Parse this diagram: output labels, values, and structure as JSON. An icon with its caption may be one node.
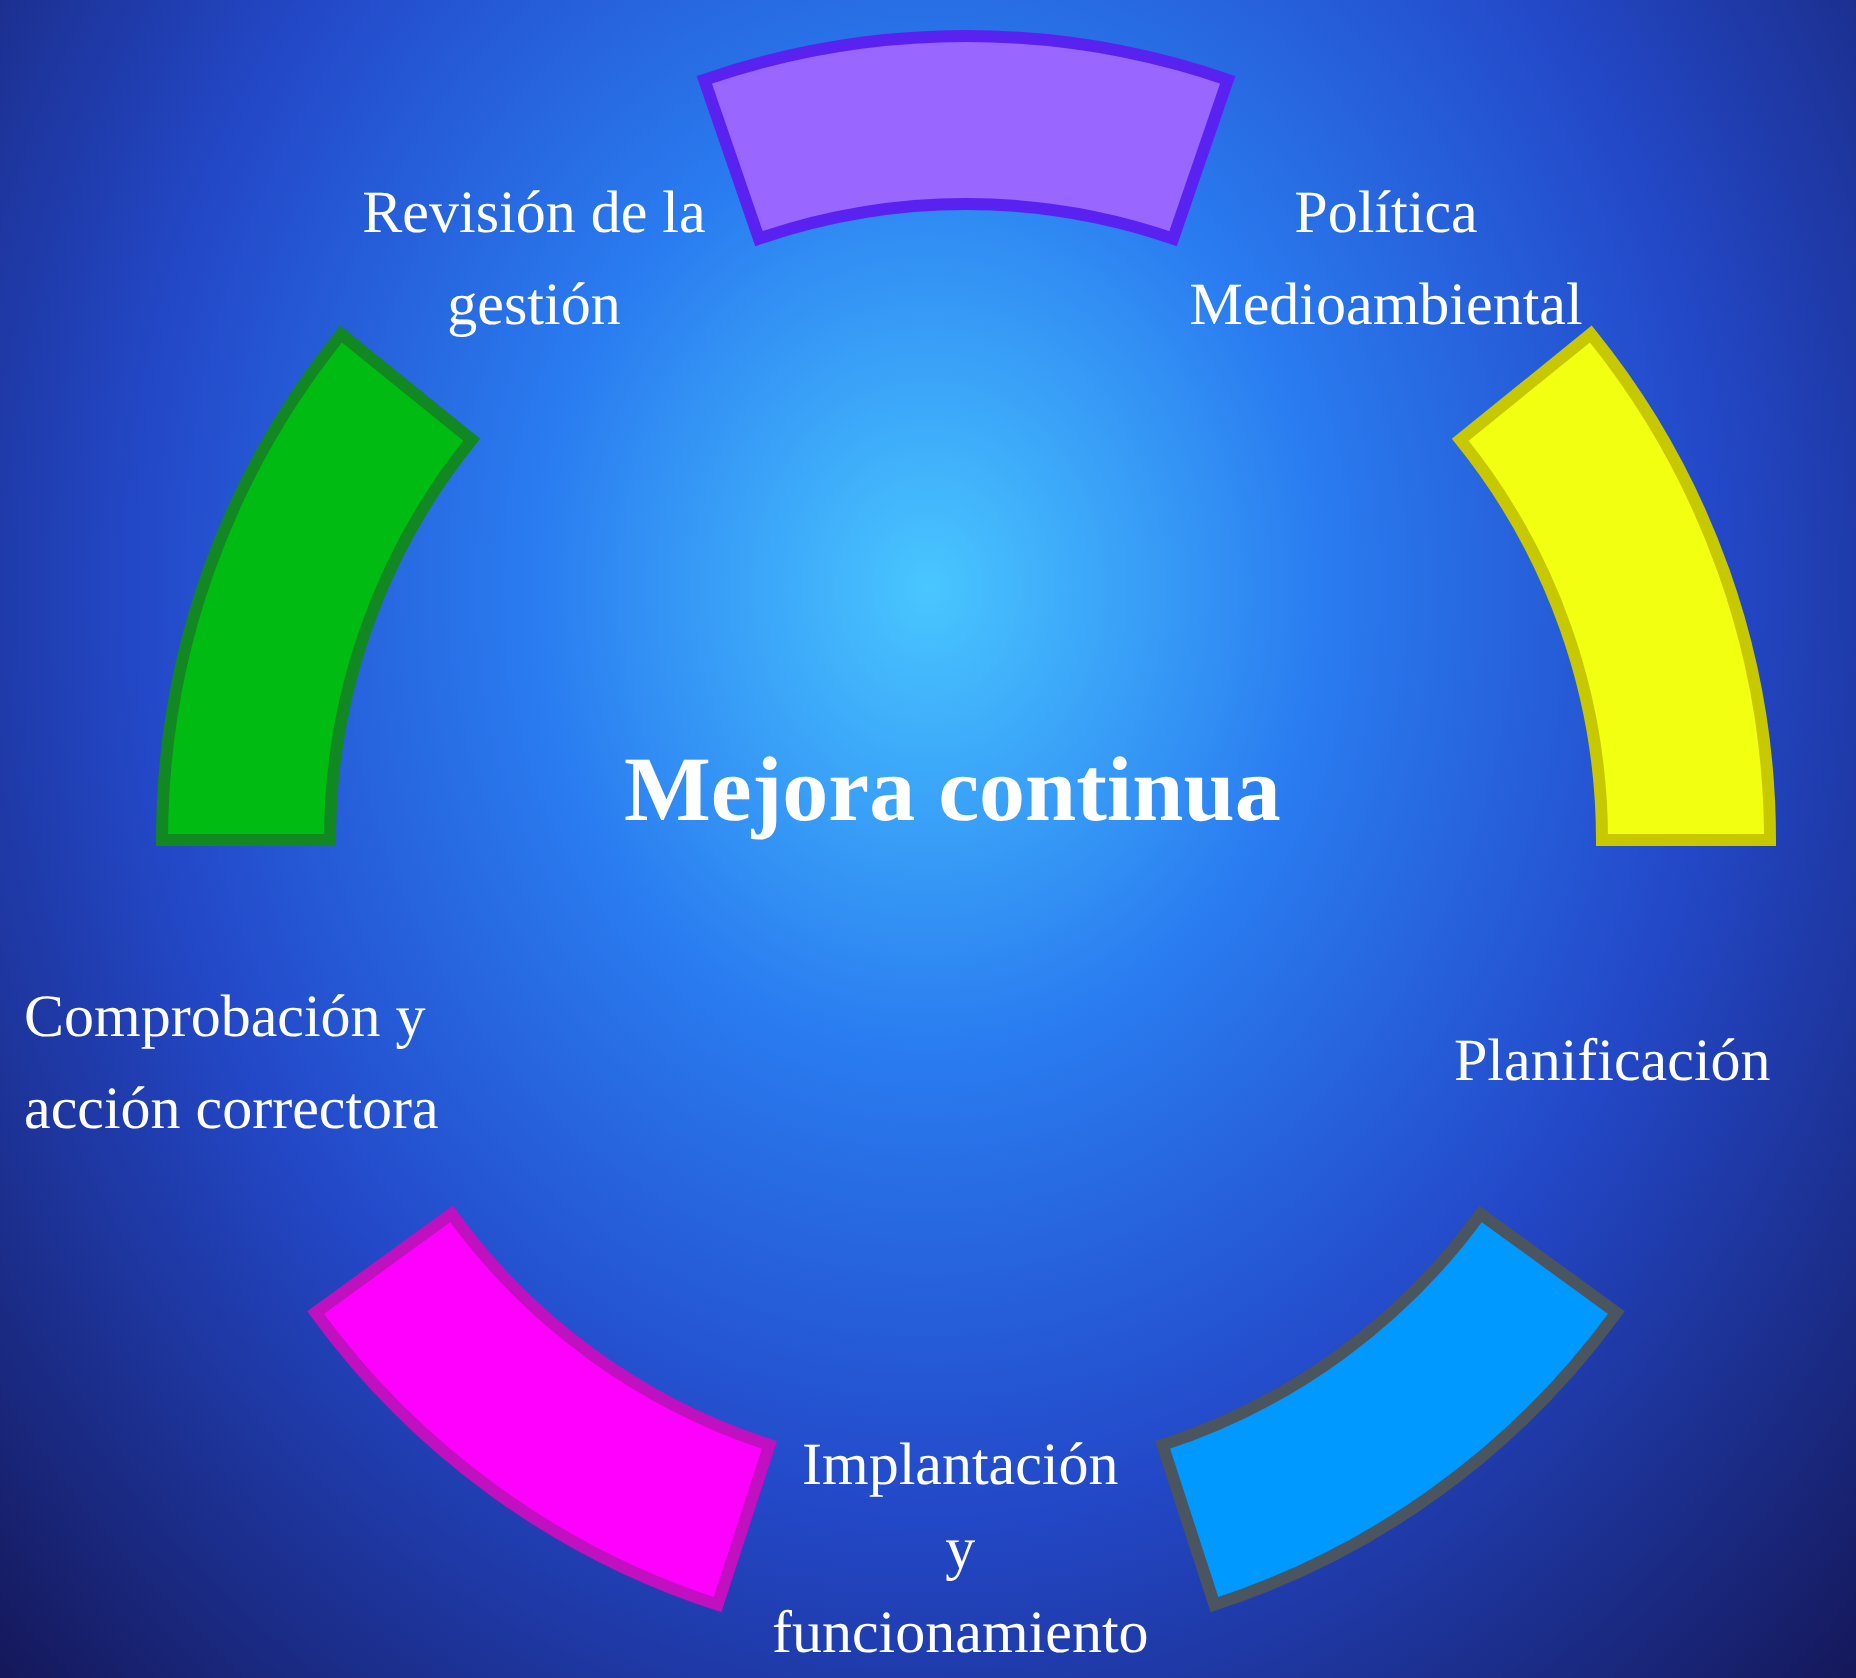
{
  "diagram": {
    "nodes": [
      {
        "text": [],
        "shape": "arc"
      },
      {
        "text": [],
        "shape": "arc"
      },
      {
        "text": [],
        "shape": "arc"
      },
      {
        "text": [],
        "shape": "arc"
      },
      {
        "text": [],
        "shape": "arc"
      }
    ],
    "labels": [
      "Revisión de la gestión",
      "Política Medioambiental",
      "Mejora continua",
      "Comprobación y acción correctora",
      "Planificación",
      "Implantación y funcionamiento"
    ]
  }
}
